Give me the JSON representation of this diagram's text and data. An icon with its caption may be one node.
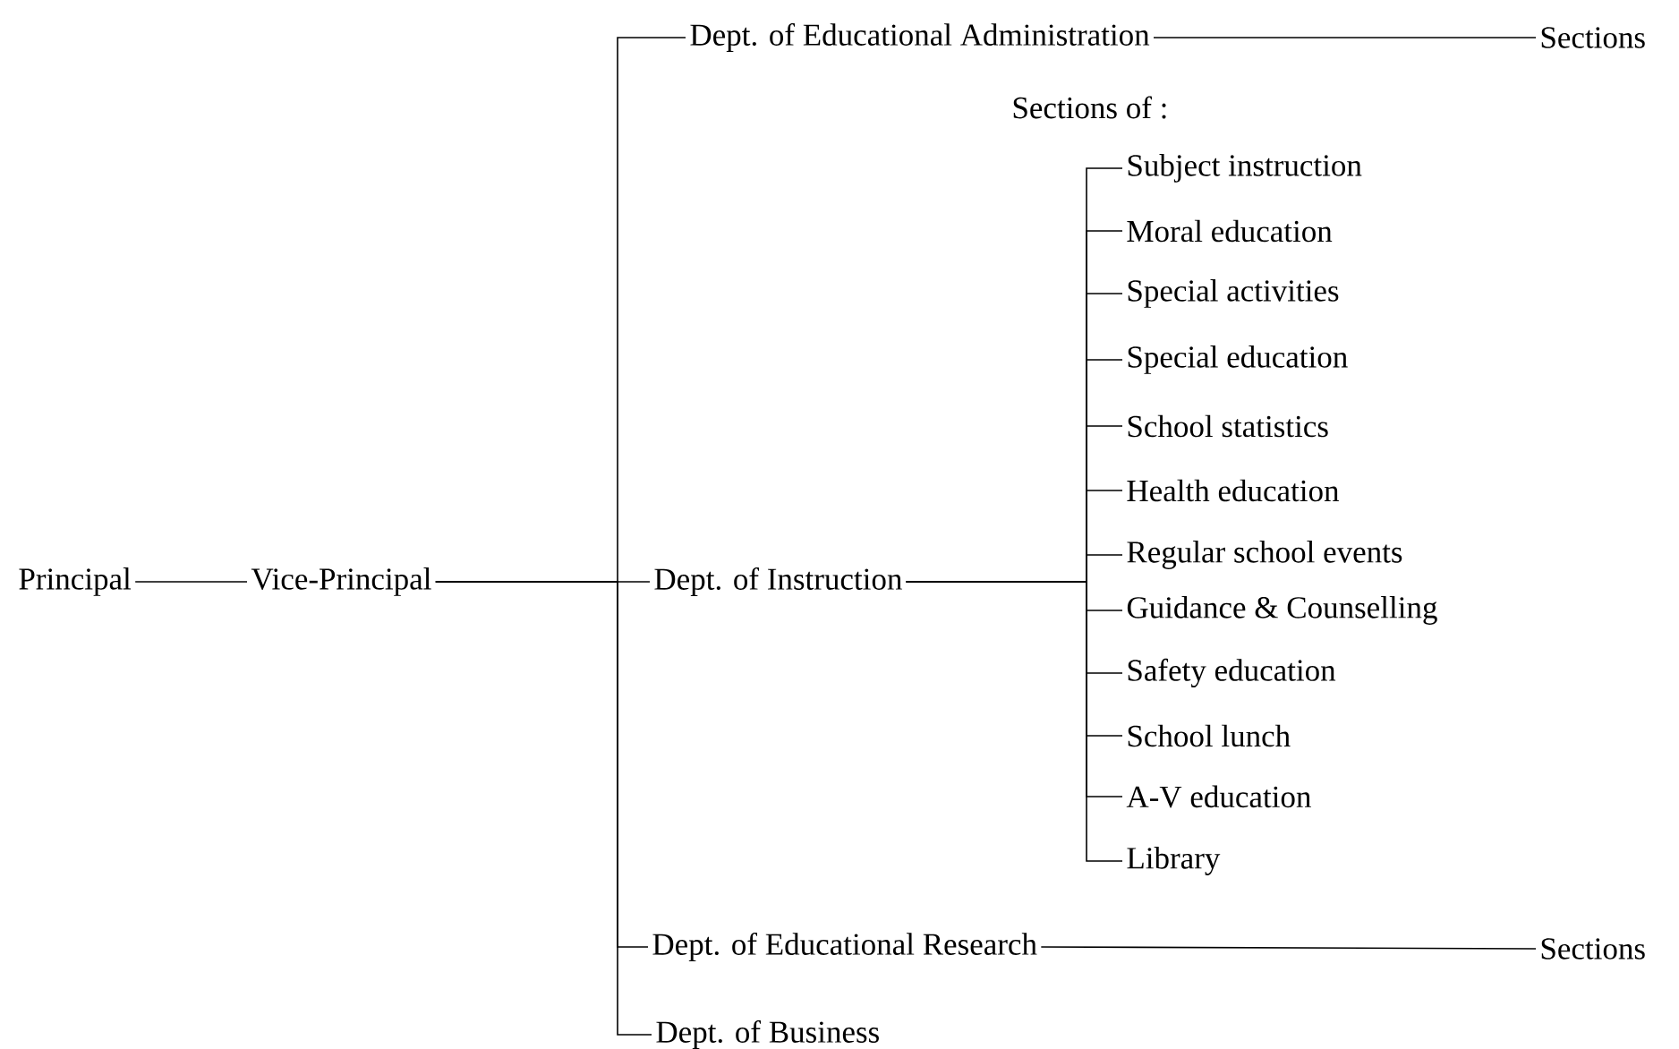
{
  "diagram": {
    "nodes": [
      {
        "text": [
          "Principal"
        ]
      },
      {
        "text": [
          "Vice-Principal"
        ]
      },
      {
        "text": [
          "Dept. of Educational Administration"
        ]
      },
      {
        "text": [
          "Sections"
        ]
      },
      {
        "text": [
          "Dept. of Instruction"
        ]
      },
      {
        "text": [
          "Subject instruction"
        ]
      },
      {
        "text": [
          "Moral education"
        ]
      },
      {
        "text": [
          "Special activities"
        ]
      },
      {
        "text": [
          "Special education"
        ]
      },
      {
        "text": [
          "School statistics"
        ]
      },
      {
        "text": [
          "Health education"
        ]
      },
      {
        "text": [
          "Regular school events"
        ]
      },
      {
        "text": [
          "Guidance & Counselling"
        ]
      },
      {
        "text": [
          "Safety education"
        ]
      },
      {
        "text": [
          "School lunch"
        ]
      },
      {
        "text": [
          "A-V education"
        ]
      },
      {
        "text": [
          "Library"
        ]
      },
      {
        "text": [
          "Dept. of Educational Research"
        ]
      },
      {
        "text": [
          "Sections"
        ]
      },
      {
        "text": [
          "Dept. of Business"
        ]
      }
    ],
    "edges": [
      {
        "from": 0,
        "to": 1,
        "arrow": "none"
      },
      {
        "from": 1,
        "to": 2,
        "arrow": "none"
      },
      {
        "from": 1,
        "to": 4,
        "arrow": "none"
      },
      {
        "from": 1,
        "to": 17,
        "arrow": "none"
      },
      {
        "from": 1,
        "to": 19,
        "arrow": "none"
      },
      {
        "from": 2,
        "to": 3,
        "arrow": "none"
      },
      {
        "from": 4,
        "to": 5,
        "arrow": "none"
      },
      {
        "from": 4,
        "to": 6,
        "arrow": "none"
      },
      {
        "from": 4,
        "to": 7,
        "arrow": "none"
      },
      {
        "from": 4,
        "to": 8,
        "arrow": "none"
      },
      {
        "from": 4,
        "to": 9,
        "arrow": "none"
      },
      {
        "from": 4,
        "to": 10,
        "arrow": "none"
      },
      {
        "from": 4,
        "to": 11,
        "arrow": "none"
      },
      {
        "from": 4,
        "to": 12,
        "arrow": "none"
      },
      {
        "from": 4,
        "to": 13,
        "arrow": "none"
      },
      {
        "from": 4,
        "to": 14,
        "arrow": "none"
      },
      {
        "from": 4,
        "to": 15,
        "arrow": "none"
      },
      {
        "from": 4,
        "to": 16,
        "arrow": "none"
      },
      {
        "from": 17,
        "to": 18,
        "arrow": "none"
      }
    ],
    "labels": [
      "Sections of :"
    ]
  }
}
